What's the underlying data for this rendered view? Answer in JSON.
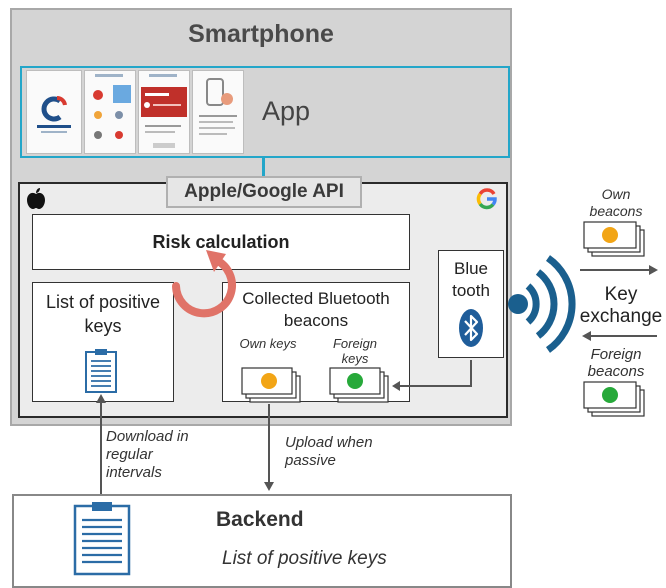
{
  "smartphone": {
    "title": "Smartphone"
  },
  "app": {
    "label": "App",
    "screenshot_icons": [
      "corona-logo-icon",
      "app-menu-screen-icon",
      "risk-status-screen-icon",
      "info-screen-icon"
    ]
  },
  "api": {
    "label": "Apple/Google API",
    "icons": [
      "apple-logo-icon",
      "google-logo-icon"
    ]
  },
  "risk": {
    "label": "Risk calculation"
  },
  "positive_keys": {
    "label": "List of positive keys"
  },
  "collected": {
    "label": "Collected Bluetooth beacons",
    "own_keys": "Own keys",
    "foreign_keys": "Foreign keys"
  },
  "bluetooth": {
    "label": "Blue tooth"
  },
  "arrows": {
    "download": "Download in regular intervals",
    "upload": "Upload when passive"
  },
  "exchange": {
    "own_beacons": "Own beacons",
    "key_exchange": "Key exchange",
    "foreign_beacons": "Foreign beacons"
  },
  "backend": {
    "title": "Backend",
    "list": "List of positive keys"
  },
  "colors": {
    "app_border": "#23a6c9",
    "own_dot": "#f2a516",
    "foreign_dot": "#27a93a",
    "signal": "#1a5f8e",
    "bluetooth_badge": "#1f5d9a",
    "refresh_arrow": "#e07368",
    "clipboard_lines": "#2b6ca6"
  }
}
